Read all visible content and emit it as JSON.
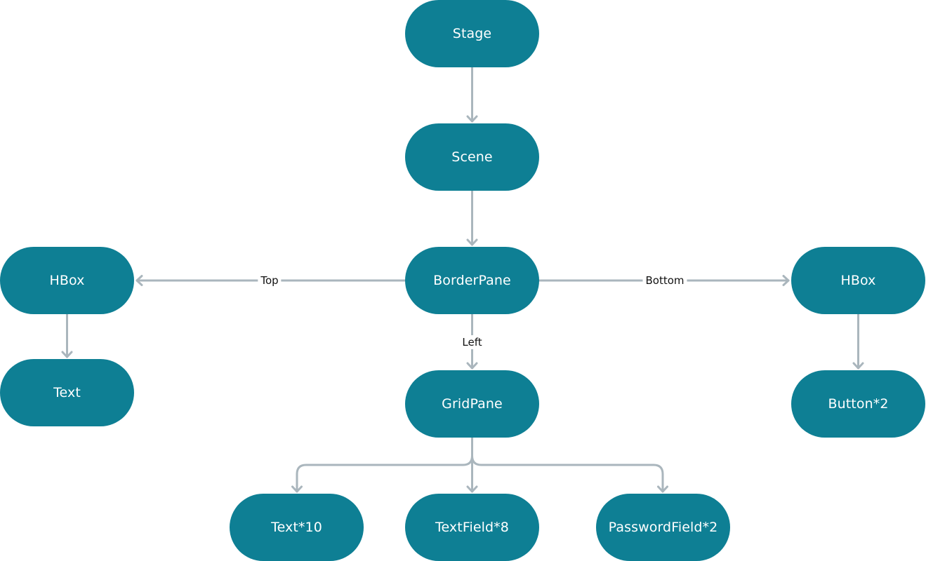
{
  "colors": {
    "node_fill": "#0e7f94",
    "node_text": "#ffffff",
    "edge": "#aab6bd",
    "edge_label_text": "#111111"
  },
  "nodes": {
    "stage": "Stage",
    "scene": "Scene",
    "borderpane": "BorderPane",
    "hbox_top": "HBox",
    "text": "Text",
    "hbox_bottom": "HBox",
    "button": "Button*2",
    "gridpane": "GridPane",
    "text10": "Text*10",
    "textfield8": "TextField*8",
    "passwordfield2": "PasswordField*2"
  },
  "edges": [
    {
      "from": "stage",
      "to": "scene",
      "label": ""
    },
    {
      "from": "scene",
      "to": "borderpane",
      "label": ""
    },
    {
      "from": "borderpane",
      "to": "hbox_top",
      "label": "Top"
    },
    {
      "from": "borderpane",
      "to": "hbox_bottom",
      "label": "Bottom"
    },
    {
      "from": "borderpane",
      "to": "gridpane",
      "label": "Left"
    },
    {
      "from": "hbox_top",
      "to": "text",
      "label": ""
    },
    {
      "from": "hbox_bottom",
      "to": "button",
      "label": ""
    },
    {
      "from": "gridpane",
      "to": "text10",
      "label": ""
    },
    {
      "from": "gridpane",
      "to": "textfield8",
      "label": ""
    },
    {
      "from": "gridpane",
      "to": "passwordfield2",
      "label": ""
    }
  ]
}
